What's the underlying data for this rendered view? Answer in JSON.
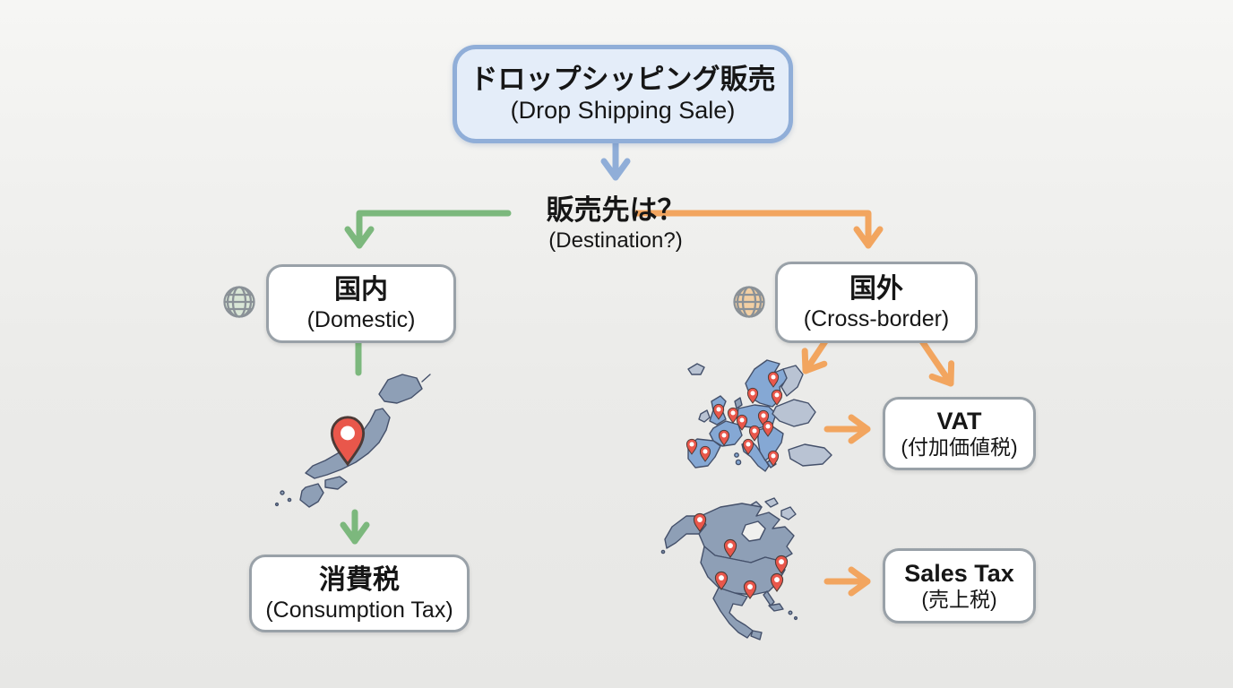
{
  "colors": {
    "background_top": "#f6f6f4",
    "background_bottom": "#e7e7e5",
    "blue_accent": "#90aed8",
    "blue_box_fill": "#e4edf9",
    "green_accent": "#7cb87d",
    "orange_accent": "#f2a55f",
    "box_border": "#99a1a8",
    "box_fill": "#ffffff",
    "text": "#161616",
    "map_fill": "#8e9fb6",
    "map_fill_blue": "#85a8d4",
    "map_fill_light": "#b9c3d3",
    "map_stroke": "#44506a",
    "pin_red": "#e9574b",
    "globe_stroke": "#8a9197",
    "globe_green": "#d9e6d6",
    "globe_orange": "#f2cfa3"
  },
  "flowchart": {
    "root": {
      "title_jp": "ドロップシッピング販売",
      "title_en": "(Drop Shipping Sale)"
    },
    "decision": {
      "title_jp": "販売先は？",
      "title_en": "(Destination?)"
    },
    "domestic": {
      "title_jp": "国内",
      "title_en": "(Domestic)"
    },
    "cross_border": {
      "title_jp": "国外",
      "title_en": "(Cross-border)"
    },
    "consumption_tax": {
      "title_jp": "消費税",
      "title_en": "(Consumption Tax)"
    },
    "vat": {
      "title_jp": "VAT",
      "title_en": "(付加価値税)"
    },
    "sales_tax": {
      "title_jp": "Sales Tax",
      "title_en": "(売上税)"
    }
  },
  "icons": {
    "domestic_globe": "globe-grid-icon",
    "cross_border_globe": "globe-grid-icon",
    "japan_map": "japan-map-with-location-pin",
    "europe_map": "europe-map-with-location-pins",
    "north_america_map": "north-america-map-with-location-pins",
    "location_pin": "map-pin-icon"
  }
}
